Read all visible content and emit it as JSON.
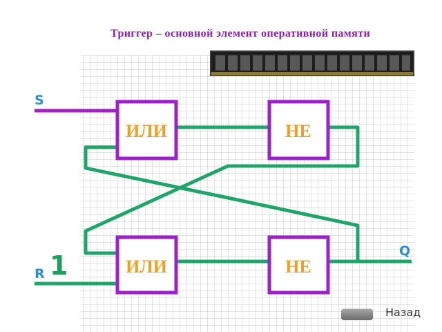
{
  "title": "Триггер – основной элемент оперативной памяти",
  "labels": {
    "s": "S",
    "r": "R",
    "q": "Q",
    "r_value": "1"
  },
  "gates": {
    "or_top": "ИЛИ",
    "not_top": "НЕ",
    "or_bottom": "ИЛИ",
    "not_bottom": "НЕ"
  },
  "back": {
    "label": "Назад"
  },
  "colors": {
    "wire": "#1fa56a",
    "gate_border": "#9b21c8",
    "gate_text": "#f0a020",
    "s_wire": "#a020c0",
    "grid": "#c9c9c9"
  },
  "icons": {
    "memory_module": "ram-module-icon"
  }
}
